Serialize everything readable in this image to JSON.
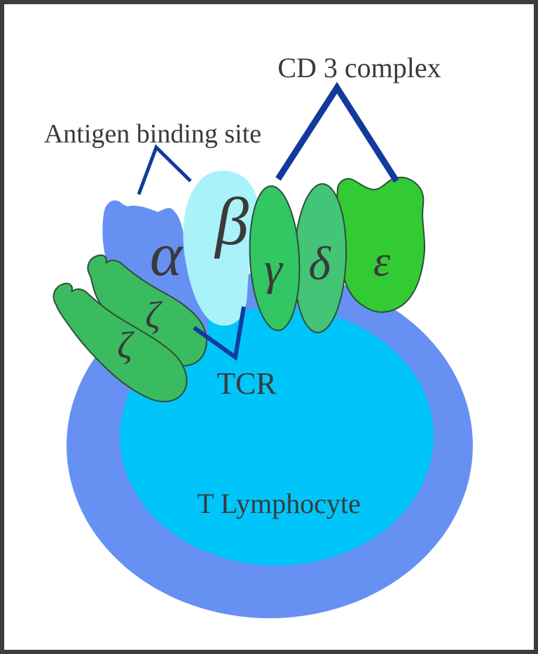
{
  "diagram": {
    "title": "T Lymphocyte T-cell receptor complex diagram",
    "labels": {
      "cd3_complex": "CD 3 complex",
      "antigen_binding_site": "Antigen binding site",
      "tcr": "TCR",
      "cell": "T Lymphocyte"
    },
    "chains": {
      "alpha": "α",
      "beta": "β",
      "gamma": "γ",
      "delta": "δ",
      "epsilon": "ε",
      "zeta_upper": "ζ",
      "zeta_lower": "ζ"
    },
    "colors": {
      "frame": "#3d3d3d",
      "background": "#ffffff",
      "cell_membrane": "#6691f3",
      "cell_cytoplasm": "#00c5fa",
      "alpha_chain": "#6691f3",
      "beta_chain": "#aaf2f9",
      "gamma_chain": "#32c763",
      "delta_chain": "#43c476",
      "epsilon_chain": "#33cb33",
      "zeta_chain": "#3bbb60",
      "chain_outline": "#2f4f39",
      "bracket_line": "#123a9c",
      "text": "#3a3a3a"
    }
  }
}
